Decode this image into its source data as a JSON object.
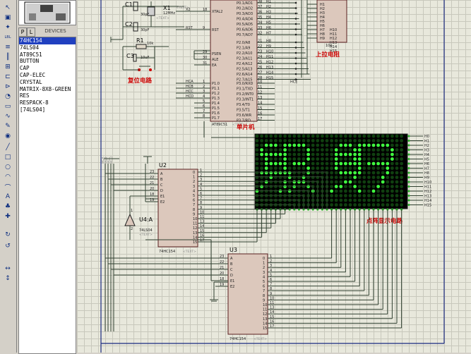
{
  "toolbar": {
    "icons": [
      "pointer-icon",
      "component-icon",
      "junction-icon",
      "label-icon",
      "script-icon",
      "bus-icon",
      "subcircuit-icon",
      "terminal-icon",
      "port-icon",
      "graph-icon",
      "tape-icon",
      "generator-icon",
      "probe-icon",
      "virtual-instrument-icon",
      "line-icon",
      "box-icon",
      "circle-icon",
      "arc-icon",
      "path-icon",
      "text-icon",
      "symbol-icon",
      "marker-icon",
      "rotate-cw-icon",
      "rotate-ccw-icon",
      "flip-h-icon",
      "flip-v-icon"
    ]
  },
  "panel": {
    "tab_p": "P",
    "tab_l": "L",
    "devices_label": "DEVICES",
    "devices": [
      "74HC154",
      "74LS04",
      "AT89C51",
      "BUTTON",
      "CAP",
      "CAP-ELEC",
      "CRYSTAL",
      "MATRIX-8X8-GREEN",
      "RES",
      "RESPACK-8",
      "[74LS04]"
    ],
    "selected": "74HC154"
  },
  "schematic": {
    "mcu_ref": "AT89C51",
    "mcu_caption": "单片机",
    "pullup_caption": "上拉电阻",
    "reset_caption": "复位电路",
    "matrix_caption": "点阵显示电路",
    "u2_ref": "U2",
    "u3_ref": "U3",
    "u4_ref": "U4:A",
    "u2_part": "74HC154",
    "u3_part": "74HC154",
    "u4_part": "74LS04",
    "c1": "C1",
    "c1_val": "30pF",
    "c2": "C2",
    "c2_val": "30pF",
    "x1": "X1",
    "x1_val": "12MHz",
    "r1": "R1",
    "r1_val": "10k",
    "c3": "C3",
    "c3_val": "10uF",
    "text_tag": "<TEXT>",
    "respack_val": "10k",
    "mcu_left_pins": [
      "XTAL2",
      "RST",
      "PSEN",
      "ALE",
      "EA",
      "P1.0",
      "P1.1",
      "P1.2",
      "P1.3",
      "P1.4",
      "P1.5",
      "P1.6",
      "P1.7"
    ],
    "mcu_left_nets": [
      "X2",
      "RST",
      "",
      "",
      "",
      "HCA",
      "HCB",
      "HCC",
      "HCD",
      "",
      "",
      "",
      ""
    ],
    "mcu_left_nums": [
      "18",
      "9",
      "29",
      "30",
      "31",
      "1",
      "2",
      "3",
      "4",
      "5",
      "6",
      "7",
      "8"
    ],
    "mcu_p0_pins": [
      "P0.1/AD1",
      "P0.2/AD2",
      "P0.3/AD3",
      "P0.4/AD4",
      "P0.5/AD5",
      "P0.6/AD6",
      "P0.7/AD7"
    ],
    "mcu_p0_nets": [
      "H1",
      "H2",
      "H3",
      "H4",
      "H5",
      "H6",
      "H7"
    ],
    "mcu_p2_pins": [
      "P2.0/A8",
      "P2.1/A9",
      "P2.2/A10",
      "P2.3/A11",
      "P2.4/A12",
      "P2.5/A13",
      "P2.6/A14",
      "P2.7/A15"
    ],
    "mcu_p2_nets": [
      "H8",
      "H9",
      "H10",
      "H11",
      "H12",
      "H13",
      "H14",
      "H15"
    ],
    "mcu_p3_pins": [
      "P3.0/RXD",
      "P3.1/TXD",
      "P3.2/INT0",
      "P3.3/INT1",
      "P3.4/T0",
      "P3.5/T1",
      "P3.6/WR",
      "P3.7/RD"
    ],
    "mcu_p3_nets": [
      "HCE",
      "",
      "",
      "",
      "",
      "",
      "",
      ""
    ],
    "mcu_top_nums": [
      "38",
      "37",
      "36",
      "35",
      "34",
      "33",
      "32"
    ],
    "mcu_p2_nums": [
      "21",
      "22",
      "23",
      "24",
      "25",
      "26",
      "27",
      "28"
    ],
    "mcu_p3_nums": [
      "10",
      "11",
      "12",
      "13",
      "14",
      "15",
      "16",
      "17"
    ],
    "pullup_nets": [
      "H1",
      "H2",
      "H3",
      "H4",
      "H5",
      "H6",
      "H7",
      "H8",
      "H9"
    ],
    "respack_nets": [
      "H10",
      "H11",
      "H12",
      "H13",
      "H14",
      "H15"
    ],
    "matrix_row_nets": [
      "H0",
      "H1",
      "H2",
      "H3",
      "H4",
      "H5",
      "H6",
      "H7",
      "H8",
      "H9",
      "H10",
      "H11",
      "H12",
      "H13",
      "H14",
      "H15"
    ],
    "u2_pins_left": [
      "A",
      "B",
      "C",
      "D",
      "E1",
      "E2"
    ],
    "u2_nums_left": [
      "23",
      "22",
      "21",
      "20",
      "18",
      "19"
    ],
    "u2_pins_right": [
      "0",
      "1",
      "2",
      "3",
      "4",
      "5",
      "6",
      "7",
      "8",
      "9",
      "10",
      "11",
      "12",
      "13",
      "14",
      "15"
    ],
    "u2_nums_right": [
      "1",
      "2",
      "3",
      "4",
      "5",
      "6",
      "7",
      "8",
      "9",
      "10",
      "11",
      "13",
      "14",
      "15",
      "16",
      "17"
    ],
    "u3_pins_left": [
      "A",
      "B",
      "C",
      "D",
      "E1",
      "E2"
    ],
    "u3_nums_left": [
      "23",
      "22",
      "21",
      "20",
      "18",
      "19"
    ],
    "u4_pin_in": "1",
    "u4_pin_out": "2",
    "bus_labels": [
      "HCA",
      "HCB",
      "HCC",
      "HCD"
    ],
    "matrix_text_chars": [
      "欢",
      "迎"
    ]
  }
}
